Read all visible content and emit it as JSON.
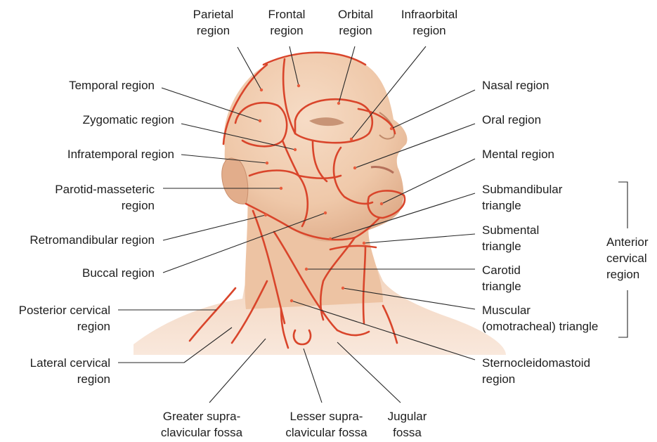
{
  "labels": {
    "parietal": "Parietal\nregion",
    "frontal": "Frontal\nregion",
    "orbital": "Orbital\nregion",
    "infraorbital": "Infraorbital\nregion",
    "temporal": "Temporal region",
    "zygomatic": "Zygomatic region",
    "infratemporal": "Infratemporal region",
    "parotid": "Parotid-masseteric\nregion",
    "retromandibular": "Retromandibular region",
    "buccal": "Buccal region",
    "posterior_cervical": "Posterior cervical\nregion",
    "lateral_cervical": "Lateral cervical\nregion",
    "greater_supra": "Greater supra-\nclavicular fossa",
    "lesser_supra": "Lesser supra-\nclavicular fossa",
    "jugular": "Jugular\nfossa",
    "nasal": "Nasal region",
    "oral": "Oral region",
    "mental": "Mental region",
    "submandibular": "Submandibular\ntriangle",
    "submental": "Submental\ntriangle",
    "carotid": "Carotid\ntriangle",
    "muscular": "Muscular\n(omotracheal) triangle",
    "sternocleidomastoid": "Sternocleidomastoid\nregion",
    "anterior_cervical": "Anterior\ncervical\nregion"
  },
  "colors": {
    "skin": "#f1cfb3",
    "skin_shadow": "#d9a886",
    "region_line": "#d9452b",
    "leader": "#262626",
    "text": "#1e1e1e"
  }
}
